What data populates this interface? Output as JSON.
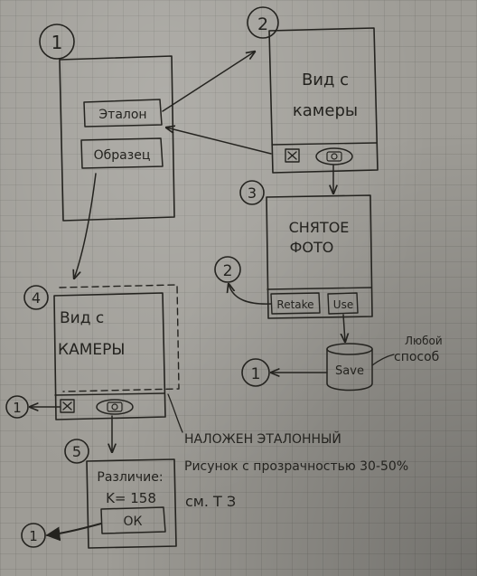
{
  "badges": {
    "one": "1",
    "two": "2",
    "three": "3",
    "four": "4",
    "five": "5"
  },
  "screen1": {
    "etalon_button": "Эталон",
    "sample_button": "Образец"
  },
  "screen2": {
    "line1": "Вид с",
    "line2": "камеры"
  },
  "screen3": {
    "line1": "СНЯТОЕ",
    "line2": "ФОТО",
    "retake_button": "Retake",
    "use_button": "Use"
  },
  "screen4": {
    "line1": "Вид с",
    "line2": "КАМЕРЫ"
  },
  "screen5": {
    "line1": "Различие:",
    "line2": "K= 158",
    "ok_button": "ОК"
  },
  "save_node": {
    "label": "Save",
    "note_line1": "Любой",
    "note_line2": "способ"
  },
  "overlay_note": {
    "line1": "НАЛОЖЕН ЭТАЛОННЫЙ",
    "line2": "Рисунок с прозрачностью 30-50%"
  },
  "tz_note": "см. Т З",
  "icons": [
    "close-icon",
    "camera-icon"
  ],
  "colors": {
    "paper": "#9e9c96",
    "ink": "#24231f"
  }
}
